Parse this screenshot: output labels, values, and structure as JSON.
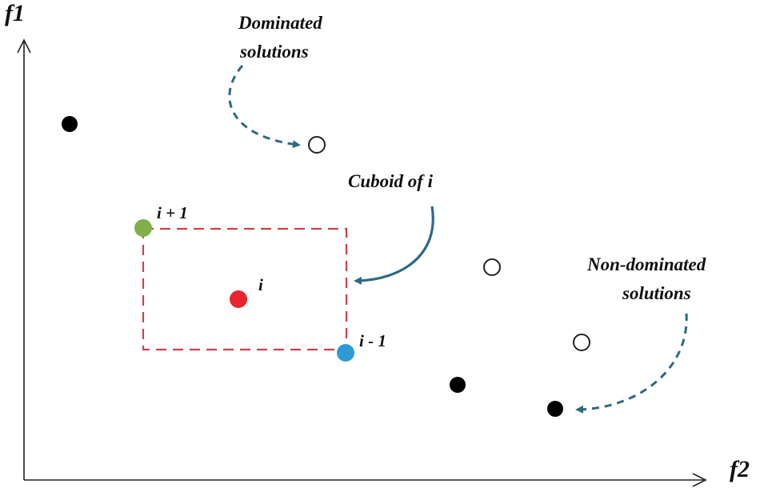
{
  "axes": {
    "y_label": "f1",
    "x_label": "f2"
  },
  "annotations": {
    "dominated_line1": "Dominated",
    "dominated_line2": "solutions",
    "cuboid": "Cuboid of i",
    "nondominated_line1": "Non-dominated",
    "nondominated_line2": "solutions"
  },
  "point_labels": {
    "i_plus_1": "i + 1",
    "i": "i",
    "i_minus_1": "i - 1"
  },
  "colors": {
    "axis": "#222222",
    "cuboid": "#d0414a",
    "arrow": "#2d6a82",
    "filled_point": "#000000",
    "open_point_stroke": "#222222",
    "point_i": "#e8262e",
    "point_i_plus_1": "#7fb04a",
    "point_i_minus_1": "#2d9ad6"
  }
}
